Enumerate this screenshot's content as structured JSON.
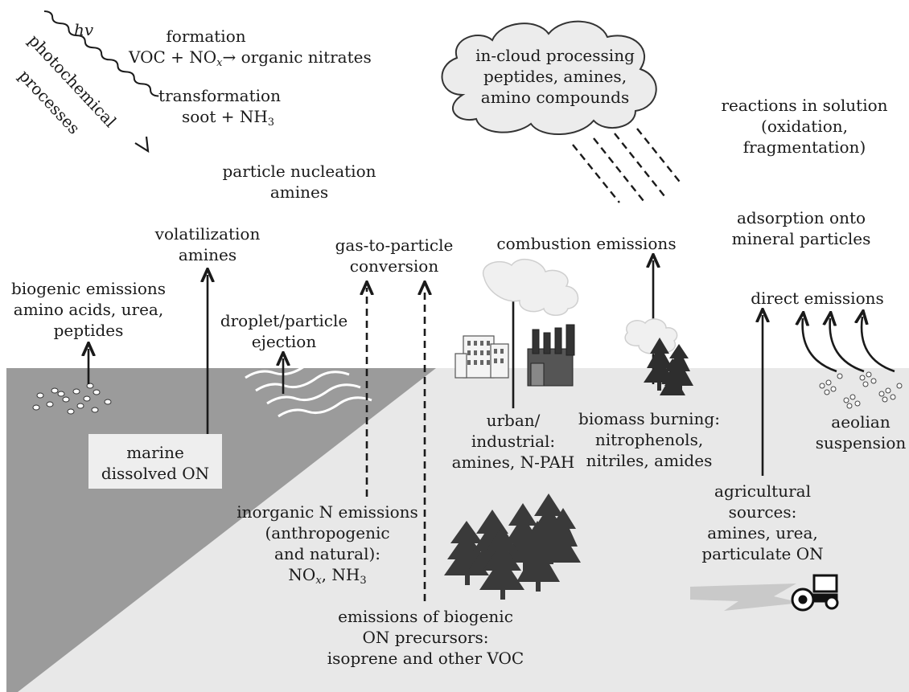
{
  "photochemical": {
    "hv": "hv",
    "line1": "photochemical",
    "line2": "processes"
  },
  "formation": {
    "title": "formation",
    "left": "VOC + NO",
    "sub": "x",
    "right": "→ organic nitrates"
  },
  "transformation": {
    "title": "transformation",
    "left": "soot + NH",
    "sub": "3"
  },
  "nucleation": {
    "line1": "particle nucleation",
    "line2": "amines"
  },
  "volatilization": {
    "line1": "volatilization",
    "line2": "amines"
  },
  "biogenic": {
    "line1": "biogenic emissions",
    "line2": "amino acids, urea,",
    "line3": "peptides"
  },
  "droplet": {
    "line1": "droplet/particle",
    "line2": "ejection"
  },
  "marine": {
    "line1": "marine",
    "line2": "dissolved ON"
  },
  "gas_to_particle": {
    "line1": "gas-to-particle",
    "line2": "conversion"
  },
  "cloud": {
    "line1": "in-cloud processing",
    "line2": "peptides, amines,",
    "line3": "amino compounds"
  },
  "solution": {
    "line1": "reactions in solution",
    "line2": "(oxidation,",
    "line3": "fragmentation)"
  },
  "combustion": {
    "line1": "combustion emissions"
  },
  "adsorption": {
    "line1": "adsorption onto",
    "line2": "mineral particles"
  },
  "direct": {
    "line1": "direct emissions"
  },
  "urban": {
    "line1": "urban/",
    "line2": "industrial:",
    "line3": "amines, N-PAH"
  },
  "biomass": {
    "line1": "biomass burning:",
    "line2": "nitrophenols,",
    "line3": "nitriles, amides"
  },
  "aeolian": {
    "line1": "aeolian",
    "line2": "suspension"
  },
  "inorganic": {
    "line1": "inorganic N emissions",
    "line2": "(anthropogenic",
    "line3": "and natural):",
    "line4_a": "NO",
    "line4_sub_a": "x",
    "line4_b": ", NH",
    "line4_sub_b": "3"
  },
  "agricultural": {
    "line1": "agricultural",
    "line2": "sources:",
    "line3": "amines, urea,",
    "line4": "particulate ON"
  },
  "biogenic_precursors": {
    "line1": "emissions of biogenic",
    "line2": "ON precursors:",
    "line3": "isoprene and other VOC"
  },
  "colors": {
    "ground": "#e8e8e8",
    "ocean": "#9b9b9b",
    "ink": "#1a1a1a",
    "tree": "#3a3a3a"
  }
}
